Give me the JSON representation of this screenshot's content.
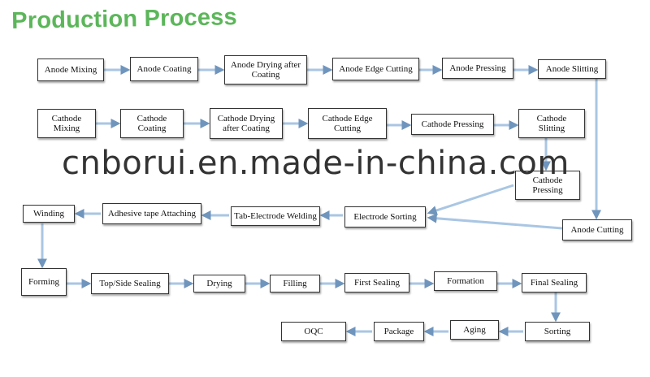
{
  "title": "Production Process",
  "watermark": "cnborui.en.made-in-china.com",
  "steps": {
    "anode_mixing": "Anode Mixing",
    "anode_coating": "Anode Coating",
    "anode_drying": "Anode Drying after\nCoating",
    "anode_edge_cutting": "Anode Edge Cutting",
    "anode_pressing": "Anode Pressing",
    "anode_slitting": "Anode Slitting",
    "cathode_mixing": "Cathode\nMixing",
    "cathode_coating": "Cathode\nCoating",
    "cathode_drying": "Cathode Drying\nafter Coating",
    "cathode_edge_cutting": "Cathode    Edge\nCutting",
    "cathode_pressing_1": "Cathode    Pressing",
    "cathode_slitting": "Cathode\nSlitting",
    "cathode_pressing_2": "Cathode\nPressing",
    "anode_cutting": "Anode Cutting",
    "electrode_sorting": "Electrode Sorting",
    "tab_welding": "Tab-Electrode Welding",
    "adhesive_tape": "Adhesive tape Attaching",
    "winding": "Winding",
    "forming": "Forming",
    "sealing": "Top/Side Sealing",
    "drying": "Drying",
    "filling": "Filling",
    "first_sealing": "First Sealing",
    "formation": "Formation",
    "final_sealing": "Final Sealing",
    "sorting": "Sorting",
    "aging": "Aging",
    "package": "Package",
    "oqc": "OQC"
  },
  "colors": {
    "arrow": "#a9c6e3",
    "arrow_stroke": "#6f95bd",
    "title": "#5cb65a"
  }
}
